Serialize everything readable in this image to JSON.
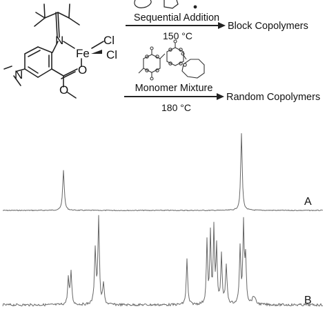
{
  "scheme": {
    "catalyst": {
      "metal": "Fe",
      "ligand_atom_N": "N",
      "ligand_atom_O": "O",
      "chloride_1": "Cl",
      "chloride_2": "Cl"
    },
    "route_1": {
      "method": "Sequential Addition",
      "temperature": "150 °C",
      "product": "Block Copolymers"
    },
    "route_2": {
      "method": "Monomer Mixture",
      "temperature": "180 °C",
      "product": "Random Copolymers"
    }
  },
  "spectra": [
    {
      "label": "A",
      "description": "two sharp peaks"
    },
    {
      "label": "B",
      "description": "multiple split peaks"
    }
  ]
}
